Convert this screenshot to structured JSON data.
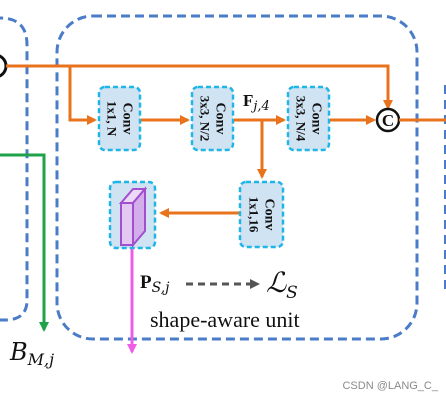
{
  "unit_caption": "shape-aware unit",
  "convs": [
    {
      "title": "Conv",
      "params": "1x1, N"
    },
    {
      "title": "Conv",
      "params": "3x3, N/2"
    },
    {
      "title": "Conv",
      "params": "3x3, N/4"
    },
    {
      "title": "Conv",
      "params": "1x1,16"
    }
  ],
  "concat_symbol": "C",
  "feature_label": {
    "base": "F",
    "sub": "j,4"
  },
  "prob_label": {
    "base": "P",
    "sub": "S,j"
  },
  "loss_label": {
    "base": "ℒ",
    "sub": "S"
  },
  "branch_label": {
    "base": "B",
    "sub": "M,j"
  },
  "watermark": "CSDN @LANG_C_",
  "colors": {
    "dashed_border": "#4a7cc7",
    "conv_fill": "#cfe3f3",
    "conv_border": "#1fb5e6",
    "orange_arrow": "#e8731c",
    "green_arrow": "#1ea24a",
    "magenta_arrow": "#f05ce6",
    "prism_stroke": "#a24fcf",
    "prism_fill": "#e2c8f2",
    "dash_arrow": "#555555"
  }
}
